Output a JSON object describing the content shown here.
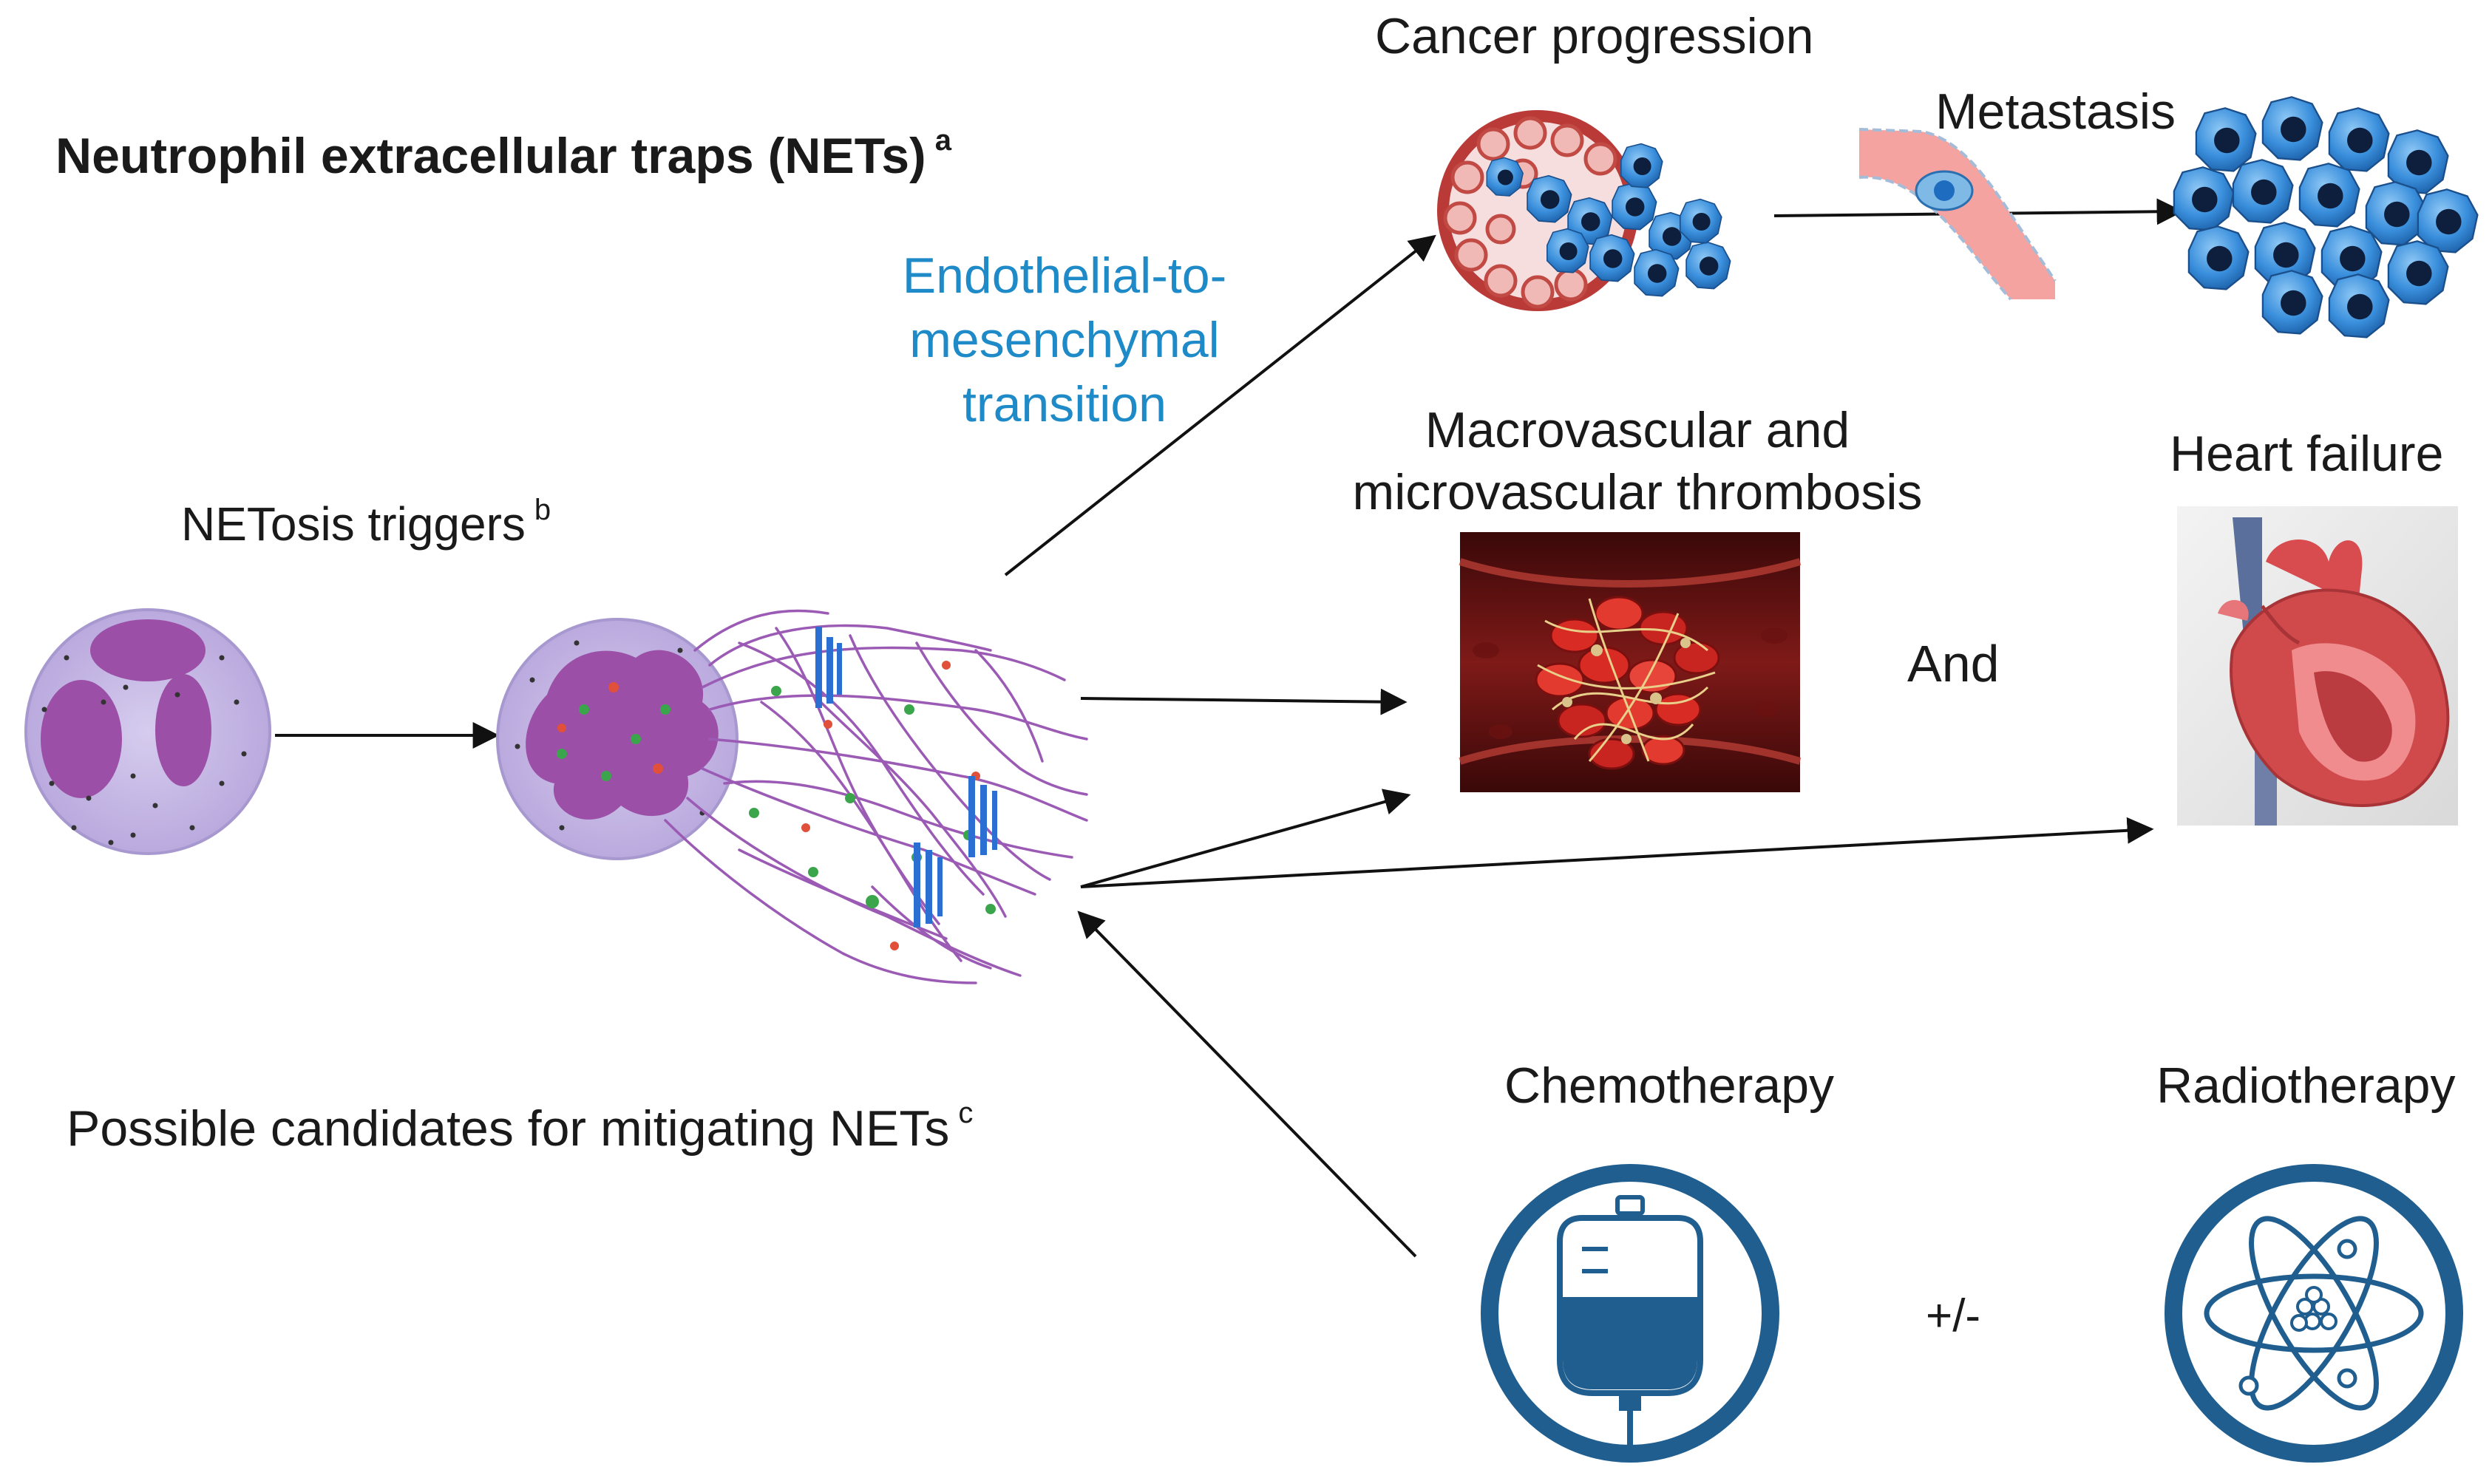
{
  "title": {
    "text": "Neutrophil extracellular traps (NETs)",
    "sup": "a"
  },
  "labels": {
    "cancer_progression": "Cancer progression",
    "metastasis": "Metastasis",
    "emt": "Endothelial-to-mesenchymal transition",
    "netosis_triggers": {
      "text": "NETosis triggers",
      "sup": "b"
    },
    "macro_micro": "Macrovascular and microvascular thrombosis",
    "heart_failure": "Heart failure",
    "and": "And",
    "candidates": {
      "text": "Possible candidates for mitigating NETs",
      "sup": "c"
    },
    "chemotherapy": "Chemotherapy",
    "radiotherapy": "Radiotherapy",
    "plus_minus": "+/-"
  },
  "colors": {
    "neutrophil_fill": "#c9bde6",
    "nucleus": "#9c4fa6",
    "net_fiber": "#9b5bb5",
    "tumor_cell": "#3a8fdc",
    "vessel_red": "#b93a36",
    "therapy_blue": "#1f5e8e",
    "emt_text": "#1f8ac8"
  },
  "icons": {
    "neutrophil": "neutrophil-cell-icon",
    "netosis": "netosis-cell-icon",
    "tumor_vessel": "tumor-in-vessel-icon",
    "circulating_cell": "circulating-tumor-cell-icon",
    "metastasis_cluster": "tumor-cluster-icon",
    "thrombus": "thrombus-icon",
    "heart": "heart-icon",
    "iv_bag": "iv-bag-icon",
    "atom": "atom-icon"
  }
}
